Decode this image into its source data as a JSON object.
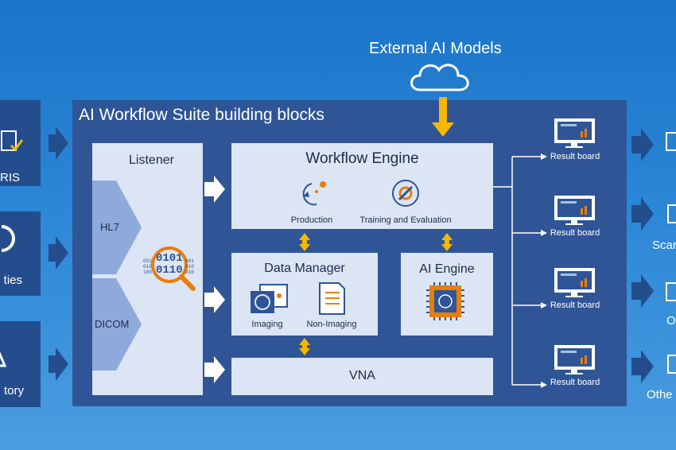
{
  "header": {
    "external_ai": "External AI Models"
  },
  "panel": {
    "title": "AI Workflow Suite building blocks"
  },
  "left_sources": [
    {
      "label": "RIS"
    },
    {
      "label": "ties"
    },
    {
      "label": "tory"
    }
  ],
  "listener": {
    "title": "Listener",
    "hl7": "HL7",
    "dicom": "DICOM",
    "binary_lines": [
      "0101",
      "0110"
    ]
  },
  "workflow_engine": {
    "title": "Workflow Engine",
    "production": "Production",
    "training": "Training and Evaluation"
  },
  "data_manager": {
    "title": "Data Manager",
    "imaging": "Imaging",
    "non_imaging": "Non-Imaging"
  },
  "ai_engine": {
    "title": "AI Engine"
  },
  "vna": {
    "title": "VNA"
  },
  "result_boards": [
    {
      "label": "Result board"
    },
    {
      "label": "Result board"
    },
    {
      "label": "Result board"
    },
    {
      "label": "Result board"
    }
  ],
  "right_targets": [
    {
      "label": "Scar"
    },
    {
      "label": "O"
    },
    {
      "label": "Othe"
    }
  ],
  "colors": {
    "background": "#1f7bd0",
    "panel": "#2f5597",
    "box": "#dbe5f3",
    "accent": "#f5b800",
    "arrow_dark": "#1f4e8c",
    "orange": "#e87e0a"
  }
}
